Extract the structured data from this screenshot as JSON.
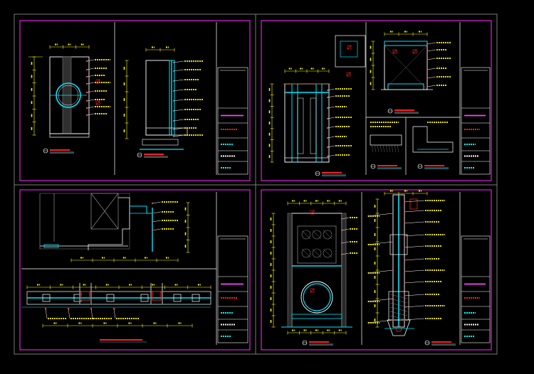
{
  "colors": {
    "background": "#000000",
    "outer_border": "#7a7a7a",
    "sheet_frame": "#e020e0",
    "outline": "#ffffff",
    "dimension": "#ffff00",
    "annotation": "#e8e000",
    "glass": "#00e5ff",
    "hatch": "#808080",
    "accent": "#ff2020",
    "leader": "#ff3030",
    "wood": "#c07040",
    "title_stripe": "#ff40ff",
    "title_block": "#00ffff"
  },
  "icons": {
    "stamp": "section-marker-icon"
  },
  "sheets": [
    {
      "id": "sheet-1"
    },
    {
      "id": "sheet-2"
    },
    {
      "id": "sheet-3"
    },
    {
      "id": "sheet-4"
    }
  ]
}
